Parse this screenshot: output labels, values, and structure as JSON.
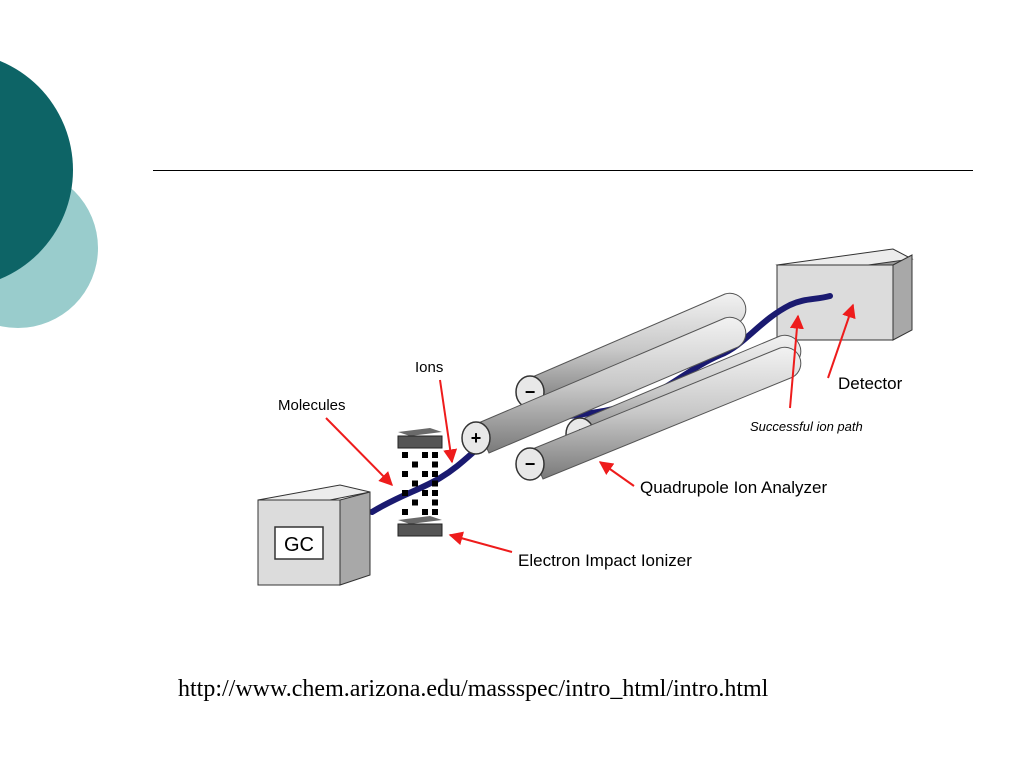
{
  "theme": {
    "accent_dark": "#0d6466",
    "accent_light": "#99cccc",
    "ion_path": "#1a1a70",
    "arrow": "#ee1c1c",
    "rod": "#c6c6c6"
  },
  "diagram": {
    "labels": {
      "molecules": "Molecules",
      "ions": "Ions",
      "detector": "Detector",
      "successful_ion_path": "Successful ion path",
      "quadrupole": "Quadrupole Ion Analyzer",
      "ionizer": "Electron Impact Ionizer"
    },
    "gc_label": "GC",
    "rod_signs": {
      "top_back": "−",
      "top_front": "+",
      "bottom_back": "+",
      "bottom_front": "−"
    }
  },
  "source": {
    "url": "http://www.chem.arizona.edu/massspec/intro_html/intro.html"
  }
}
